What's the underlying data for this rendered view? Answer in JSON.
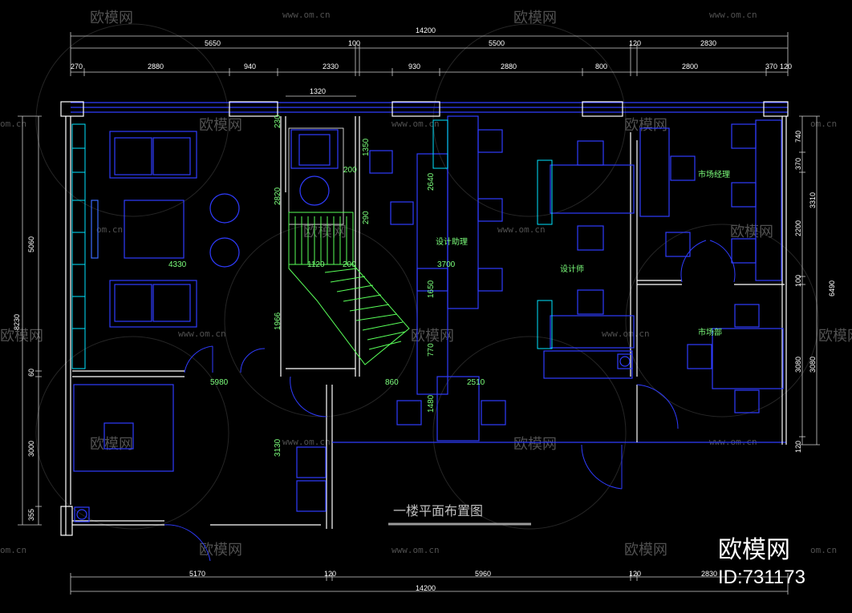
{
  "drawing": {
    "title": "一楼平面布置图",
    "brand_name": "欧模网",
    "brand_id": "ID:731173",
    "watermark_text": "欧模网",
    "watermark_url": "www.om.cn",
    "watermark_url_short": "om.cn"
  },
  "rooms": {
    "design_assistant": "设计助理",
    "designer": "设计师",
    "market_manager": "市场经理",
    "market_dept": "市场部"
  },
  "dims_top": {
    "total": "14200",
    "r2": [
      "5650",
      "100",
      "5500",
      "120",
      "2830"
    ],
    "r3": [
      "270",
      "2880",
      "940",
      "2330",
      "930",
      "2880",
      "800",
      "2800",
      "370",
      "120"
    ],
    "stair_w": "1320"
  },
  "dims_bottom": {
    "r1": [
      "5170",
      "120",
      "5960",
      "120",
      "2830"
    ],
    "total": "14200"
  },
  "dims_left": [
    "5060",
    "8230",
    "60",
    "3000",
    "355"
  ],
  "dims_right": [
    "740",
    "370",
    "3310",
    "2200",
    "100",
    "6490",
    "3080",
    "3080",
    "120"
  ],
  "dims_inner": [
    "230",
    "2820",
    "1350",
    "200",
    "2640",
    "290",
    "1120",
    "200",
    "3700",
    "1650",
    "4330",
    "1966",
    "770",
    "5980",
    "860",
    "2510",
    "1480",
    "3130"
  ],
  "colors": {
    "wall": "#ffffff",
    "furniture": "#2f3cff",
    "accent": "#00e5ff",
    "stair": "#59ff59",
    "dimension": "#59ff59"
  }
}
